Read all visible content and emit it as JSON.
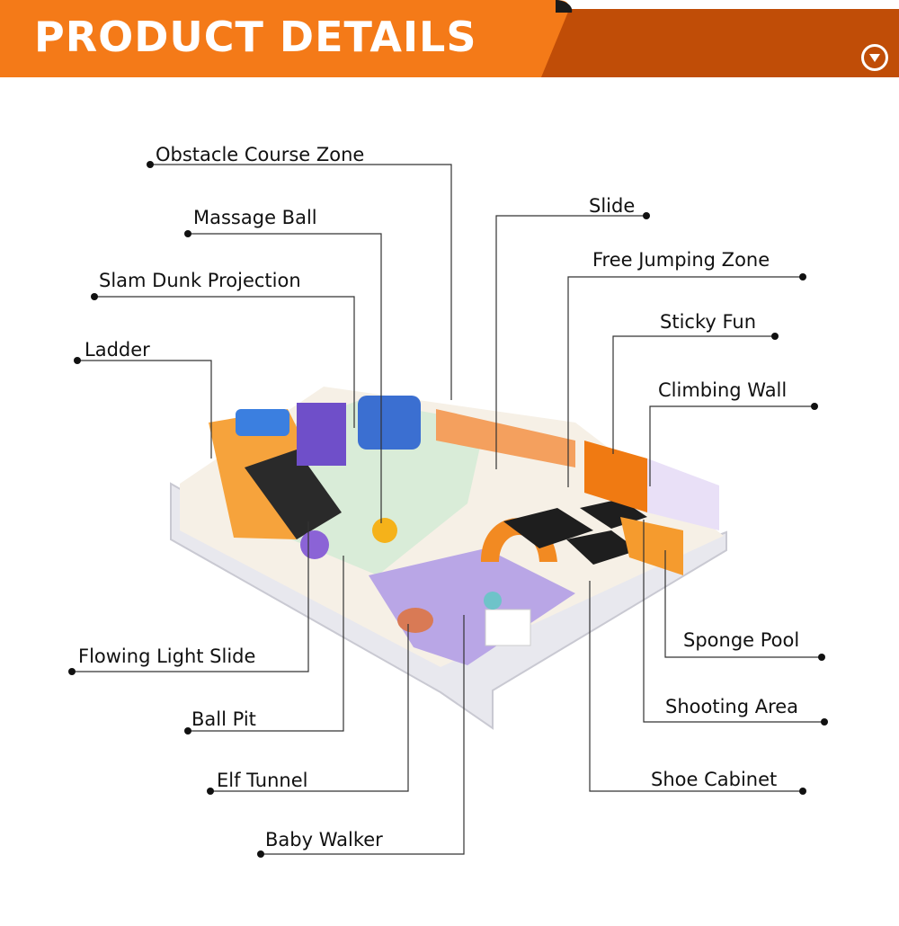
{
  "header": {
    "title": "PRODUCT DETAILS",
    "bg_color": "#c04d07",
    "accent_color": "#f47a18"
  },
  "labels": {
    "obstacle": "Obstacle Course Zone",
    "massage": "Massage Ball",
    "slam": "Slam Dunk Projection",
    "ladder": "Ladder",
    "flowing": "Flowing Light Slide",
    "ballpit": "Ball Pit",
    "elf": "Elf Tunnel",
    "baby": "Baby Walker",
    "slide": "Slide",
    "jumping": "Free Jumping Zone",
    "sticky": "Sticky Fun",
    "climbing": "Climbing Wall",
    "sponge": "Sponge Pool",
    "shooting": "Shooting Area",
    "shoe": "Shoe Cabinet"
  }
}
